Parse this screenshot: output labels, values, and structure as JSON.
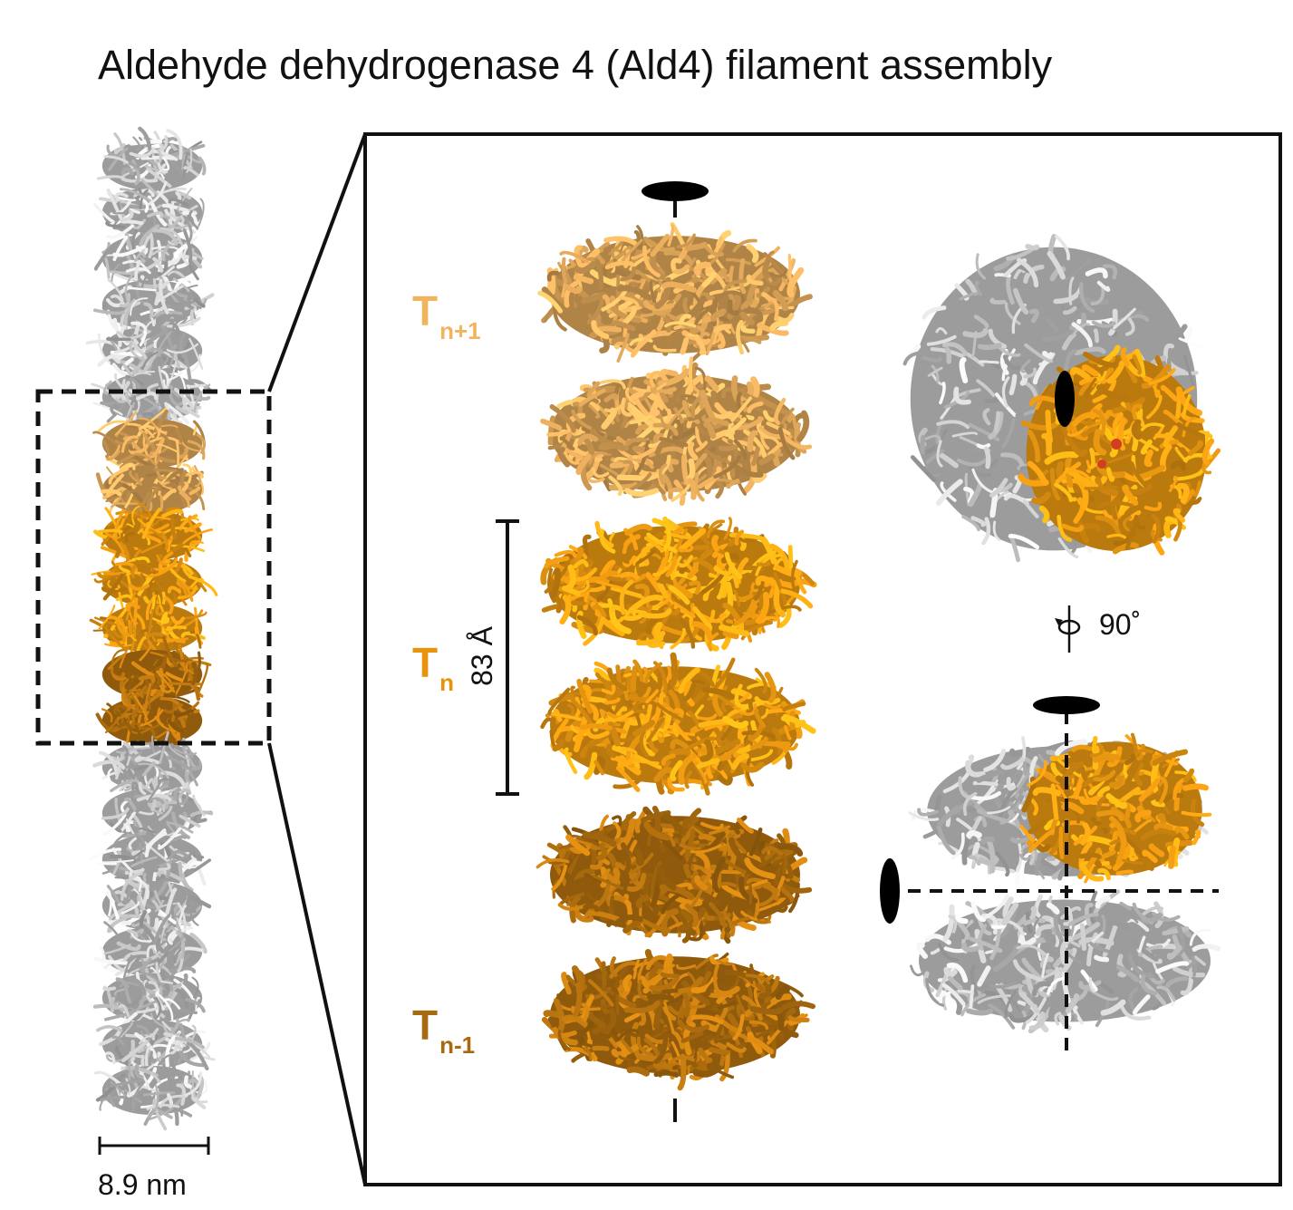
{
  "title": "Aldehyde dehydrogenase 4 (Ald4) filament assembly",
  "labels": {
    "upper_tetramer": {
      "T": "T",
      "sub": "n+1"
    },
    "middle_tetramer": {
      "T": "T",
      "sub": "n"
    },
    "lower_tetramer": {
      "T": "T",
      "sub": "n-1"
    }
  },
  "annotations": {
    "scale_bar": "8.9 nm",
    "rise": "83 Å",
    "rotation": "90˚"
  },
  "colors": {
    "grey_filament": "#c8c8c8",
    "grey_edge": "#8a8a8a",
    "t_upper": "#e1a85a",
    "t_middle": "#f09c12",
    "t_lower": "#b8740f",
    "label_upper": "#f0b45c",
    "label_middle": "#e8930c",
    "label_lower": "#a86a10",
    "ligand": "#d04020"
  },
  "icons": [
    "twofold-axis-ellipse-icon",
    "rotation-arrow-icon"
  ]
}
